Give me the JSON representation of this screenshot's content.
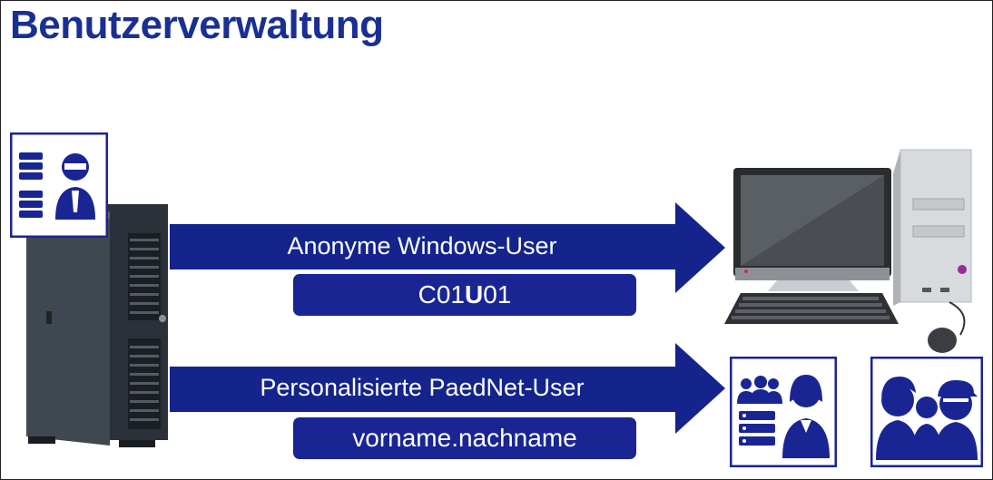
{
  "title": "Benutzerverwaltung",
  "arrows": [
    {
      "label": "Anonyme Windows-User"
    },
    {
      "label": "Personalisierte PaedNet-User"
    }
  ],
  "accounts": [
    {
      "pre": "C01",
      "bold": "U",
      "post": "01"
    },
    {
      "text": "vorname.nachname"
    }
  ],
  "colors": {
    "primary": "#1a2594",
    "title": "#1a2f93",
    "arrow": "#14248c"
  },
  "icons": [
    "server-admin-icon",
    "server-tower-icon",
    "desktop-pc-icon",
    "group-user-icon",
    "people-icon"
  ]
}
